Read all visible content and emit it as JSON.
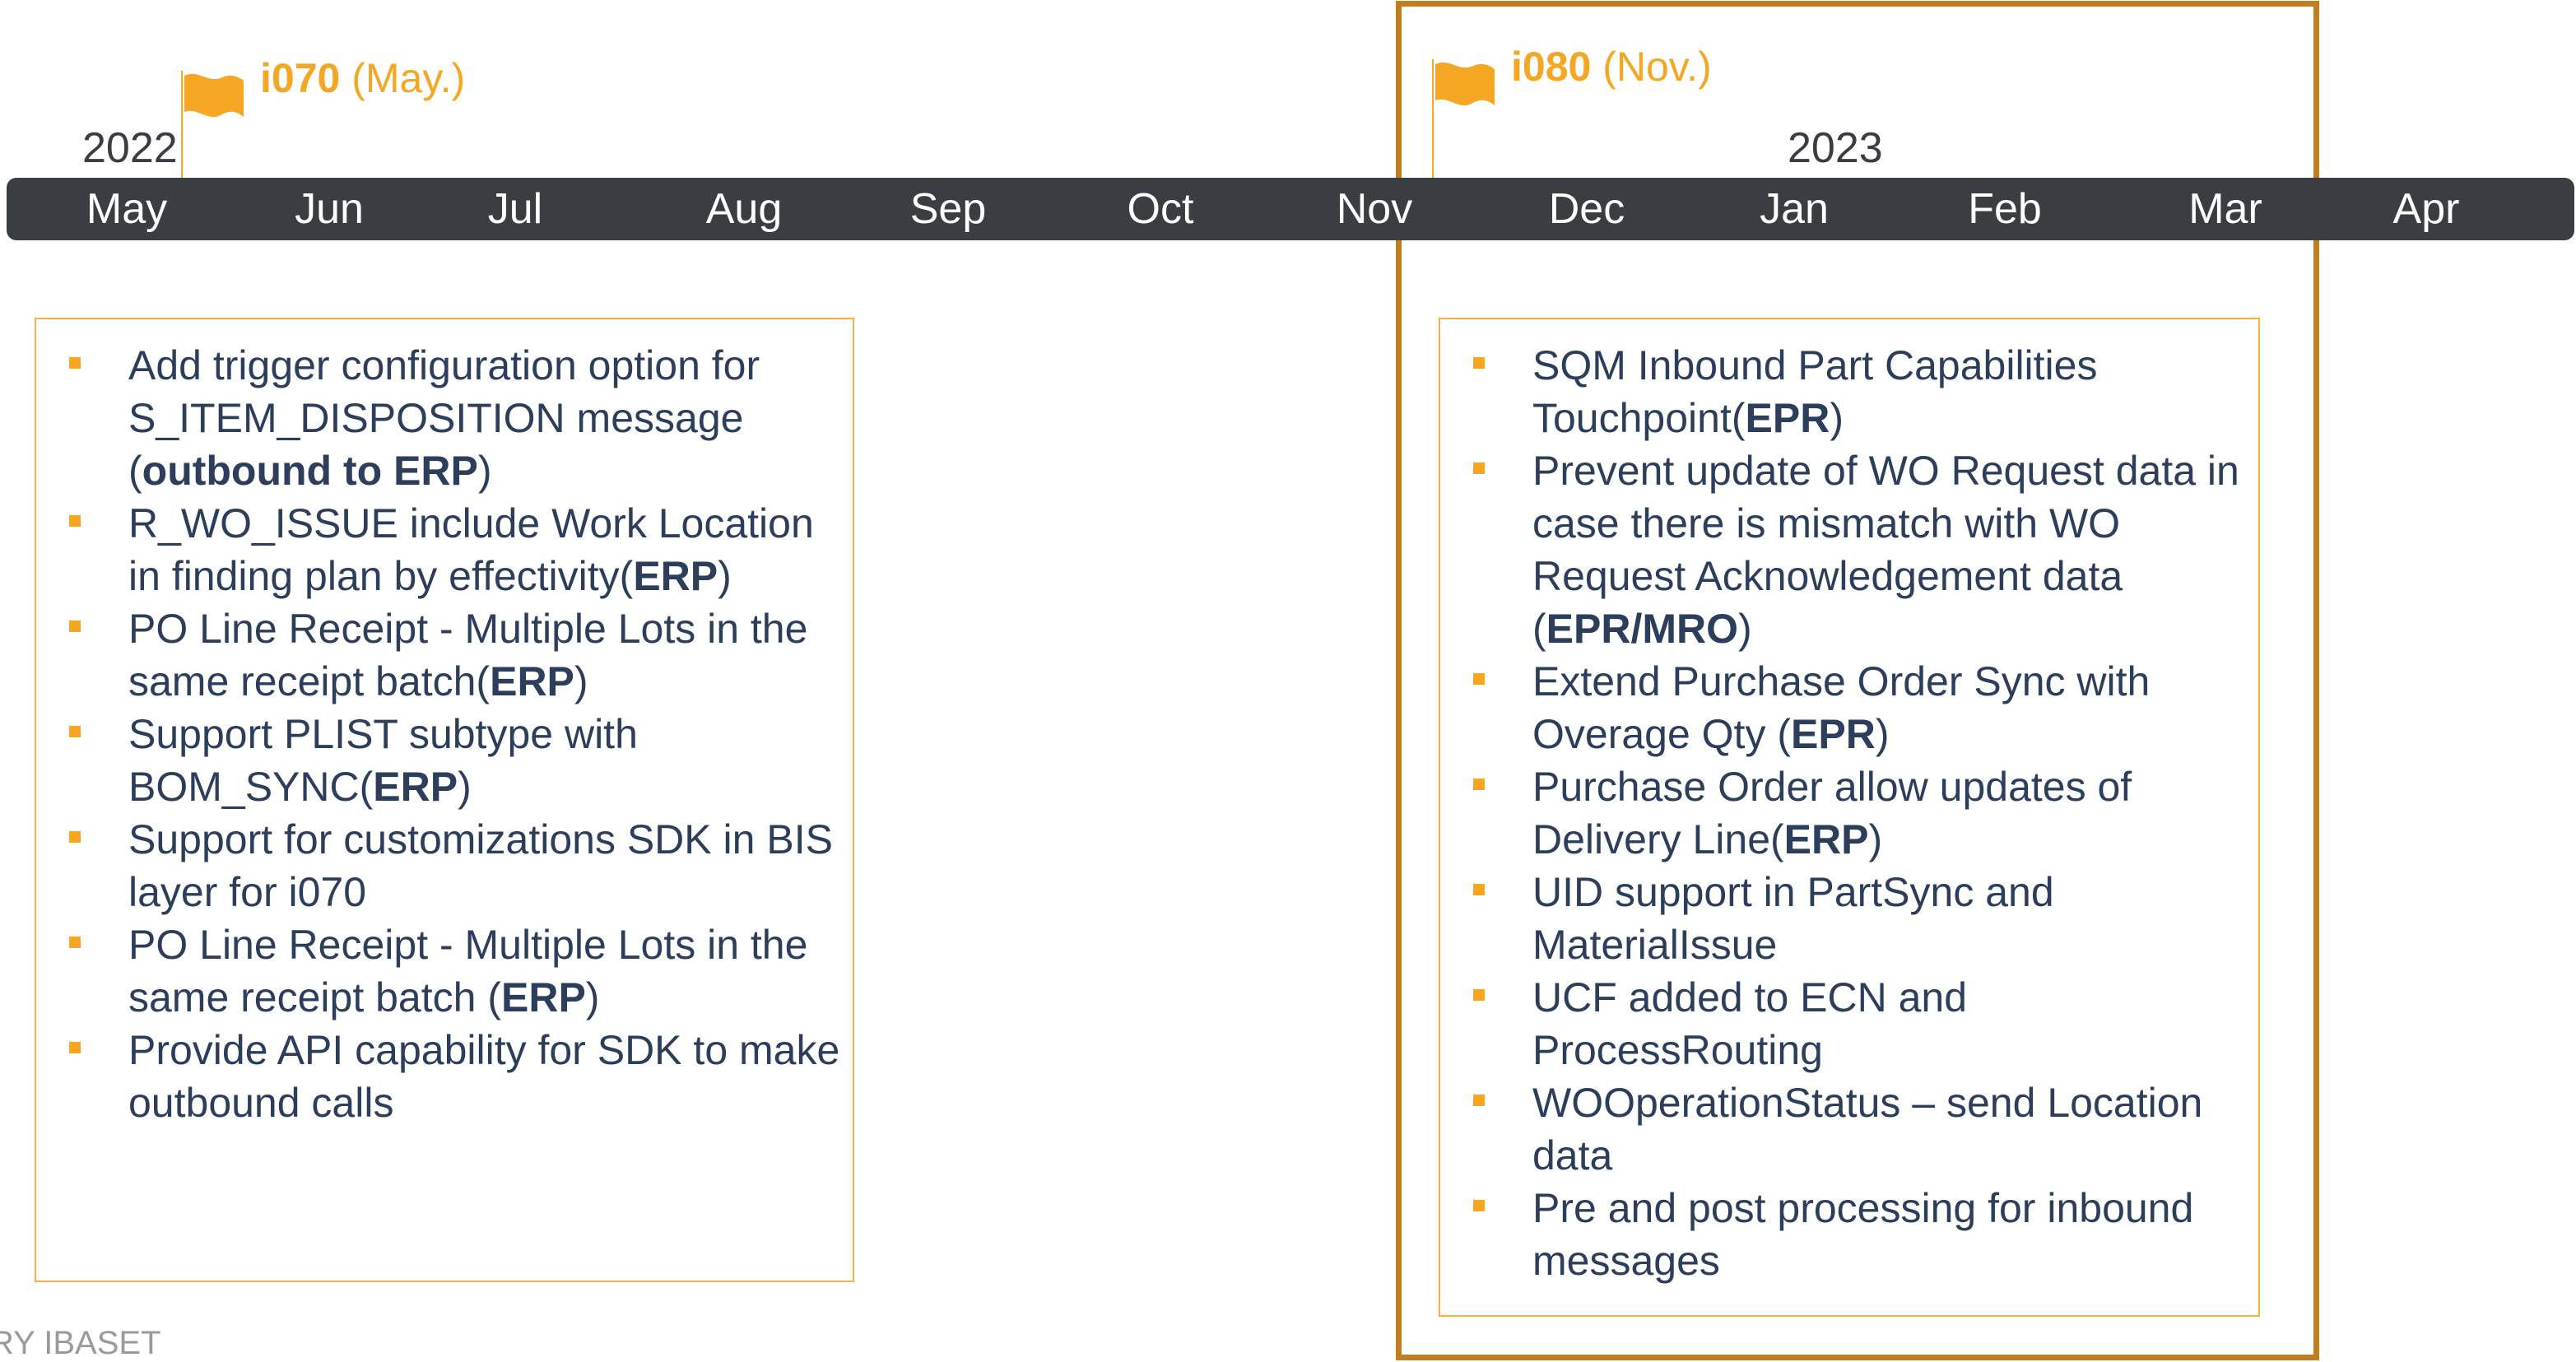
{
  "timeline": {
    "years": [
      {
        "label": "2022"
      },
      {
        "label": "2023"
      }
    ],
    "months": [
      "May",
      "Jun",
      "Jul",
      "Aug",
      "Sep",
      "Oct",
      "Nov",
      "Dec",
      "Jan",
      "Feb",
      "Mar",
      "Apr"
    ]
  },
  "milestones": [
    {
      "release": "i070",
      "month": "(May.)"
    },
    {
      "release": "i080",
      "month": "(Nov.)"
    }
  ],
  "releases": [
    {
      "items": [
        [
          {
            "t": "Add trigger configuration option for S_ITEM_DISPOSITION message ("
          },
          {
            "t": "outbound to ERP",
            "b": true
          },
          {
            "t": ")"
          }
        ],
        [
          {
            "t": "R_WO_ISSUE include Work Location in finding plan by effectivity("
          },
          {
            "t": "ERP",
            "b": true
          },
          {
            "t": ")"
          }
        ],
        [
          {
            "t": "PO Line Receipt - Multiple Lots in the same receipt batch("
          },
          {
            "t": "ERP",
            "b": true
          },
          {
            "t": ")"
          }
        ],
        [
          {
            "t": "Support PLIST subtype with BOM_SYNC("
          },
          {
            "t": "ERP",
            "b": true
          },
          {
            "t": ")"
          }
        ],
        [
          {
            "t": "Support for customizations SDK in BIS layer for i070"
          }
        ],
        [
          {
            "t": "PO Line Receipt - Multiple Lots in the same receipt batch ("
          },
          {
            "t": "ERP",
            "b": true
          },
          {
            "t": ")"
          }
        ],
        [
          {
            "t": "Provide API capability for SDK to make outbound calls"
          }
        ]
      ]
    },
    {
      "items": [
        [
          {
            "t": "SQM Inbound Part Capabilities Touchpoint("
          },
          {
            "t": "EPR",
            "b": true
          },
          {
            "t": ")"
          }
        ],
        [
          {
            "t": "Prevent update of WO Request data in case there is mismatch with WO Request Acknowledgement data ("
          },
          {
            "t": "EPR/MRO",
            "b": true
          },
          {
            "t": ")"
          }
        ],
        [
          {
            "t": "Extend Purchase Order Sync with Overage Qty ("
          },
          {
            "t": "EPR",
            "b": true
          },
          {
            "t": ")"
          }
        ],
        [
          {
            "t": "Purchase Order allow updates of Delivery Line("
          },
          {
            "t": "ERP",
            "b": true
          },
          {
            "t": ")"
          }
        ],
        [
          {
            "t": "UID support in PartSync and MaterialIssue"
          }
        ],
        [
          {
            "t": "UCF added to ECN and ProcessRouting"
          }
        ],
        [
          {
            "t": "WOOperationStatus – send Location data"
          }
        ],
        [
          {
            "t": "Pre and post processing for inbound messages"
          }
        ]
      ]
    }
  ],
  "footer": {
    "text": "RY IBASET"
  },
  "colors": {
    "accent": "#f5a623",
    "bar": "#3a3d41",
    "text": "#2c3e5c",
    "frame": "#c07e1e"
  },
  "icons": {
    "milestone": "flag-icon"
  }
}
